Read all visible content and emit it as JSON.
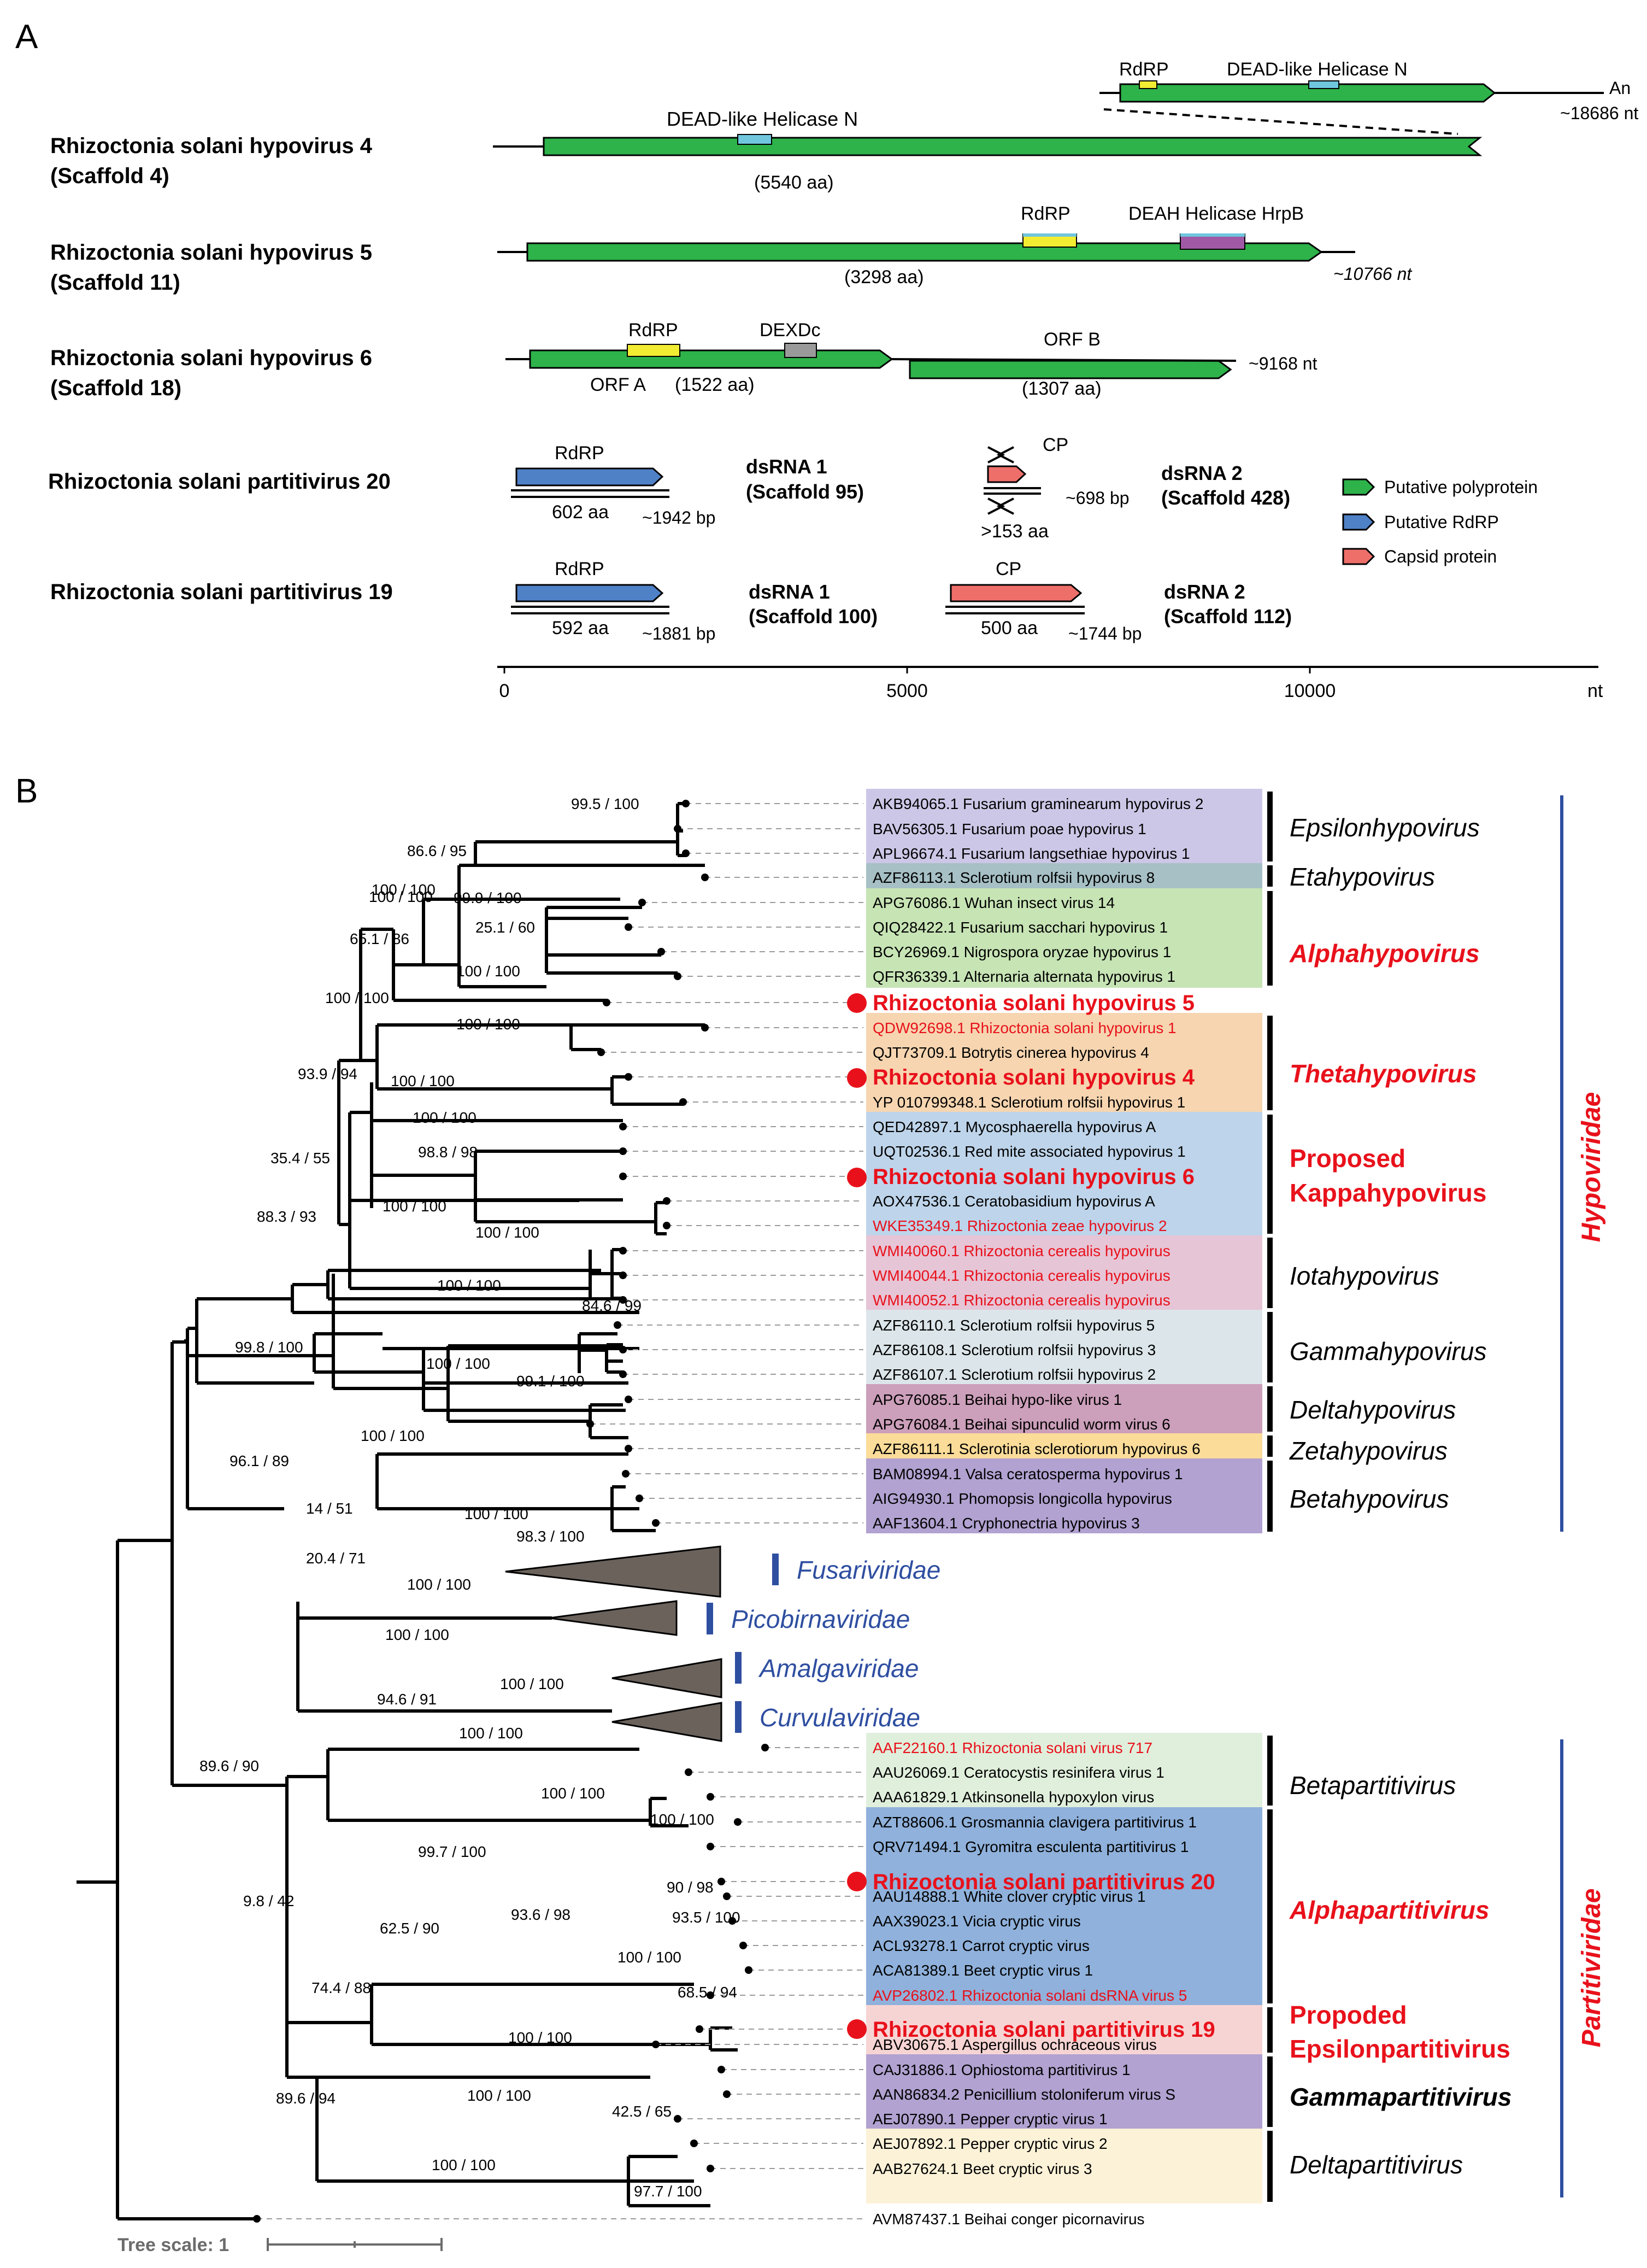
{
  "panelA": {
    "label": "A",
    "genomes": [
      {
        "name": "Rhizoctonia solani hypovirus 4",
        "sub": "(Scaffold 4)"
      },
      {
        "name": "Rhizoctonia solani hypovirus 5",
        "sub": "(Scaffold 11)"
      },
      {
        "name": "Rhizoctonia solani hypovirus 6",
        "sub": "(Scaffold 18)"
      },
      {
        "name": "Rhizoctonia solani partitivirus 20",
        "sub": ""
      },
      {
        "name": "Rhizoctonia solani partitivirus 19",
        "sub": ""
      }
    ],
    "hv4": {
      "inset_rdrp": "RdRP",
      "inset_helicase": "DEAD-like Helicase N",
      "inset_an": "An",
      "inset_len": "~18686 nt",
      "helicase": "DEAD-like Helicase N",
      "aa": "(5540 aa)"
    },
    "hv5": {
      "rdrp": "RdRP",
      "helicase": "DEAH Helicase HrpB",
      "aa": "(3298 aa)",
      "len": "~10766 nt"
    },
    "hv6": {
      "rdrp": "RdRP",
      "dexdc": "DEXDc",
      "orfa": "ORF A",
      "orfa_aa": "(1522 aa)",
      "orfb": "ORF B",
      "orfb_aa": "(1307 aa)",
      "len": "~9168 nt"
    },
    "pv20": {
      "rdrp": "RdRP",
      "aa1": "602 aa",
      "len1": "~1942 bp",
      "ds1": "dsRNA 1",
      "ds1sub": "(Scaffold 95)",
      "cp": "CP",
      "aa2": ">153 aa",
      "len2": "~698 bp",
      "ds2": "dsRNA 2",
      "ds2sub": "(Scaffold 428)"
    },
    "pv19": {
      "rdrp": "RdRP",
      "aa1": "592 aa",
      "len1": "~1881 bp",
      "ds1": "dsRNA 1",
      "ds1sub": "(Scaffold 100)",
      "cp": "CP",
      "aa2": "500 aa",
      "len2": "~1744 bp",
      "ds2": "dsRNA 2",
      "ds2sub": "(Scaffold 112)"
    },
    "legend": [
      "Putative polyprotein",
      "Putative RdRP",
      "Capsid protein"
    ],
    "axis": {
      "ticks": [
        "0",
        "5000",
        "10000"
      ],
      "unit": "nt"
    }
  },
  "panelB": {
    "label": "B",
    "taxa": [
      "AKB94065.1 Fusarium graminearum hypovirus 2",
      "BAV56305.1 Fusarium poae hypovirus 1",
      "APL96674.1 Fusarium langsethiae hypovirus 1",
      "AZF86113.1 Sclerotium rolfsii hypovirus 8",
      "APG76086.1 Wuhan insect virus 14",
      "QIQ28422.1 Fusarium sacchari hypovirus 1",
      "BCY26969.1 Nigrospora oryzae hypovirus 1",
      "QFR36339.1 Alternaria alternata hypovirus 1",
      "Rhizoctonia solani hypovirus 5",
      "QDW92698.1 Rhizoctonia solani hypovirus 1",
      "QJT73709.1 Botrytis cinerea hypovirus 4",
      "Rhizoctonia solani hypovirus 4",
      "YP 010799348.1 Sclerotium rolfsii hypovirus 1",
      "QED42897.1 Mycosphaerella hypovirus A",
      "UQT02536.1 Red mite associated hypovirus 1",
      "Rhizoctonia solani hypovirus 6",
      "AOX47536.1 Ceratobasidium hypovirus A",
      "WKE35349.1 Rhizoctonia zeae hypovirus 2",
      "WMI40060.1 Rhizoctonia cerealis hypovirus",
      "WMI40044.1 Rhizoctonia cerealis hypovirus",
      "WMI40052.1 Rhizoctonia cerealis hypovirus",
      "AZF86110.1 Sclerotium rolfsii hypovirus 5",
      "AZF86108.1 Sclerotium rolfsii hypovirus 3",
      "AZF86107.1 Sclerotium rolfsii hypovirus 2",
      "APG76085.1 Beihai hypo-like virus 1",
      "APG76084.1 Beihai sipunculid worm virus 6",
      "AZF86111.1 Sclerotinia sclerotiorum hypovirus 6",
      "BAM08994.1 Valsa ceratosperma hypovirus 1",
      "AIG94930.1 Phomopsis longicolla hypovirus",
      "AAF13604.1 Cryphonectria hypovirus 3",
      "AAF22160.1 Rhizoctonia solani virus 717",
      "AAU26069.1 Ceratocystis resinifera virus 1",
      "AAA61829.1 Atkinsonella hypoxylon virus",
      "AZT88606.1 Grosmannia clavigera partitivirus 1",
      "QRV71494.1 Gyromitra esculenta partitivirus 1",
      "Rhizoctonia solani partitivirus 20",
      "AAU14888.1 White clover cryptic virus 1",
      "AAX39023.1 Vicia cryptic virus",
      "ACL93278.1 Carrot cryptic virus",
      "ACA81389.1 Beet cryptic virus 1",
      "AVP26802.1 Rhizoctonia solani dsRNA virus 5",
      "Rhizoctonia solani partitivirus 19",
      "ABV30675.1 Aspergillus ochraceous virus",
      "CAJ31886.1 Ophiostoma partitivirus 1",
      "AAN86834.2 Penicillium stoloniferum virus S",
      "AEJ07890.1 Pepper cryptic virus 1",
      "AEJ07892.1 Pepper cryptic virus 2",
      "AAB27624.1 Beet cryptic virus 3",
      "AVM87437.1 Beihai conger picornavirus"
    ],
    "genera": [
      {
        "name": "Epsilonhypovirus",
        "line2": ""
      },
      {
        "name": "Etahypovirus",
        "line2": ""
      },
      {
        "name": "Alphahypovirus",
        "line2": ""
      },
      {
        "name": "Thetahypovirus",
        "line2": ""
      },
      {
        "name": "Proposed",
        "line2": "Kappahypovirus"
      },
      {
        "name": "Iotahypovirus",
        "line2": ""
      },
      {
        "name": "Gammahypovirus",
        "line2": ""
      },
      {
        "name": "Deltahypovirus",
        "line2": ""
      },
      {
        "name": "Zetahypovirus",
        "line2": ""
      },
      {
        "name": "Betahypovirus",
        "line2": ""
      },
      {
        "name": "Betapartitivirus",
        "line2": ""
      },
      {
        "name": "Alphapartitivirus",
        "line2": ""
      },
      {
        "name": "Propoded",
        "line2": "Epsilonpartitivirus"
      },
      {
        "name": "Gammapartitivirus",
        "line2": ""
      },
      {
        "name": "Deltapartitivirus",
        "line2": ""
      }
    ],
    "families": [
      "Hypoviridae",
      "Partitiviridae"
    ],
    "collapsed": [
      "Fusariviridae",
      "Picobirnaviridae",
      "Amalgaviridae",
      "Curvulaviridae"
    ],
    "support": [
      "99.5 / 100",
      "86.6 / 95",
      "100 / 100",
      "100 / 100",
      "99.9 / 100",
      "25.1 / 60",
      "100 / 100",
      "65.1 / 86",
      "100 / 100",
      "100 / 100",
      "93.9 / 94",
      "100 / 100",
      "100 / 100",
      "98.8 / 98",
      "35.4 / 55",
      "100 / 100",
      "100 / 100",
      "88.3 / 93",
      "100 / 100",
      "84.6 / 99",
      "99.8 / 100",
      "100 / 100",
      "99.1 / 100",
      "100 / 100",
      "96.1 / 89",
      "14 / 51",
      "100 / 100",
      "98.3 / 100",
      "20.4 / 71",
      "100 / 100",
      "100 / 100",
      "100 / 100",
      "94.6 / 91",
      "100 / 100",
      "89.6 / 90",
      "100 / 100",
      "100 / 100",
      "99.7 / 100",
      "90 / 98",
      "93.6 / 98",
      "93.5 / 100",
      "100 / 100",
      "68.5 / 94",
      "62.5 / 90",
      "9.8 / 42",
      "100 / 100",
      "74.4 / 88",
      "100 / 100",
      "42.5 / 65",
      "89.6 / 94",
      "100 / 100",
      "97.7 / 100"
    ],
    "tree_scale": "Tree scale: 1"
  }
}
